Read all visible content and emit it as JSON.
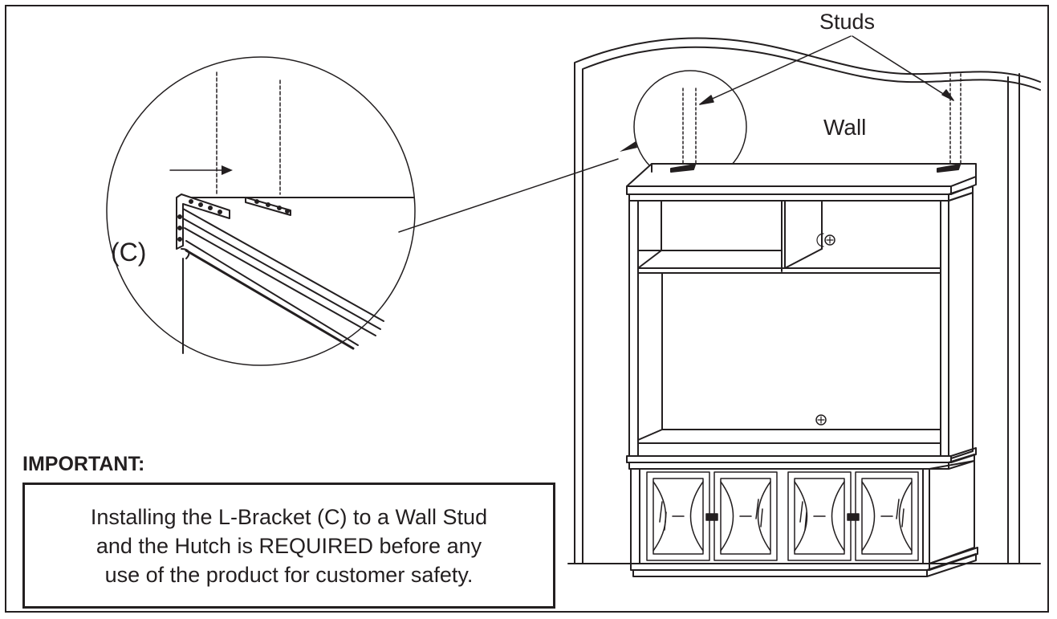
{
  "labels": {
    "studs": "Studs",
    "wall": "Wall",
    "bracket": "(C)"
  },
  "important": {
    "heading": "IMPORTANT:",
    "lines": [
      "Installing the L-Bracket (C) to a Wall Stud",
      "and the Hutch is REQUIRED before any",
      "use of the product for customer safety."
    ]
  },
  "colors": {
    "ink": "#231f20",
    "background": "#ffffff"
  }
}
